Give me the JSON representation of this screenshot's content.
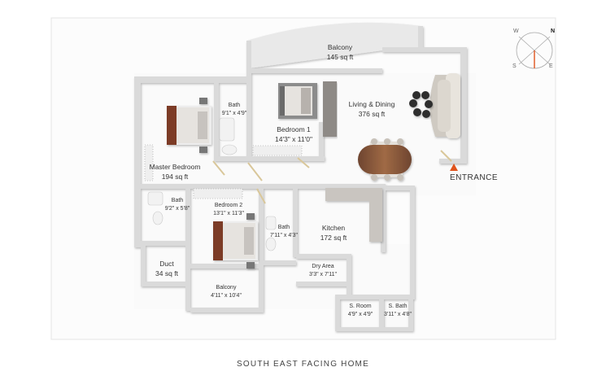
{
  "plan": {
    "caption": "SOUTH EAST FACING HOME",
    "entrance_label": "ENTRANCE",
    "compass": {
      "n": "N",
      "e": "E",
      "s": "S",
      "w": "W"
    },
    "rooms": {
      "balcony_top": {
        "name": "Balcony",
        "size": "145 sq ft"
      },
      "living_dining": {
        "name": "Living & Dining",
        "size": "376 sq ft"
      },
      "bedroom1": {
        "name": "Bedroom 1",
        "size": "14'3\" x 11'0\""
      },
      "bath_top": {
        "name": "Bath",
        "size": "9'1\" x 4'9\""
      },
      "master_bedroom": {
        "name": "Master Bedroom",
        "size": "194 sq ft"
      },
      "bath_left": {
        "name": "Bath",
        "size": "9'2\" x 5'8\""
      },
      "bedroom2": {
        "name": "Bedroom 2",
        "size": "13'1\" x 11'3\""
      },
      "bath_mid": {
        "name": "Bath",
        "size": "7'11\" x 4'3\""
      },
      "kitchen": {
        "name": "Kitchen",
        "size": "172 sq ft"
      },
      "duct": {
        "name": "Duct",
        "size": "34 sq ft"
      },
      "dry_area": {
        "name": "Dry Area",
        "size": "3'3\" x 7'11\""
      },
      "balcony_bottom": {
        "name": "Balcony",
        "size": "4'11\" x 10'4\""
      },
      "s_room": {
        "name": "S. Room",
        "size": "4'9\" x 4'9\""
      },
      "s_bath": {
        "name": "S. Bath",
        "size": "3'11\" x 4'8\""
      }
    },
    "colors": {
      "wall": "#d9d9d9",
      "wall_shadow": "#c4c4c4",
      "floor": "#fafafa",
      "accent_entrance": "#e0541d",
      "wood": "#8a5a3c"
    }
  }
}
